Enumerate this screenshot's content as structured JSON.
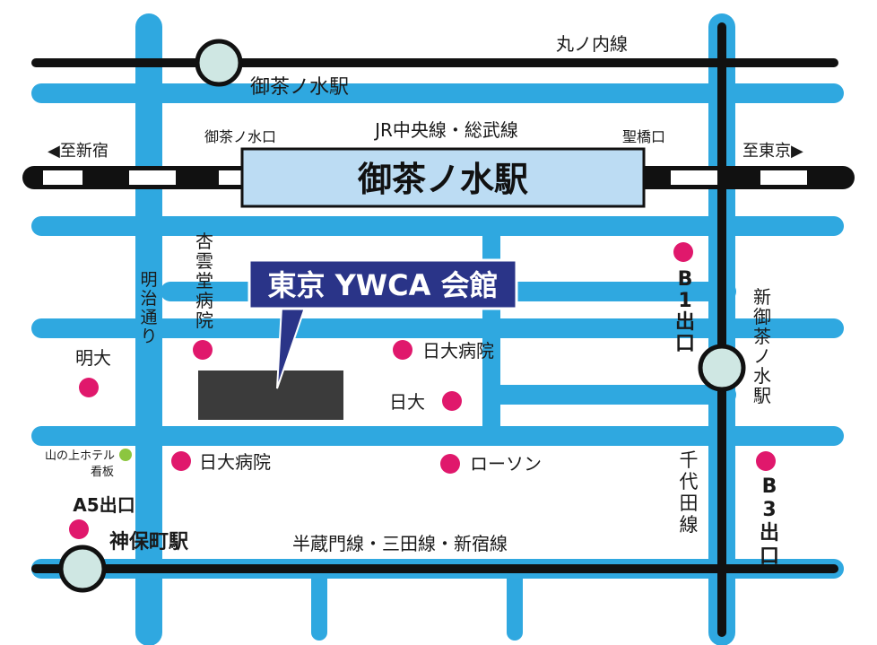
{
  "colors": {
    "road": "#2fa8e0",
    "rail": "#111111",
    "station_fill": "#cfe7e3",
    "jr_box": "#bcdcf3",
    "callout": "#2a3488",
    "poi": "#e0186c",
    "sign": "#8cc63f",
    "building": "#3b3b3b"
  },
  "labels": {
    "marunouchi_line": "丸ノ内線",
    "ochanomizu_station_top": "御茶ノ水駅",
    "ochanomizu_exit": "御茶ノ水口",
    "jr_lines": "JR中央線・総武線",
    "hijiribashi_exit": "聖橋口",
    "to_shinjuku": "◀至新宿",
    "to_tokyo": "至東京▶",
    "jr_station": "御茶ノ水駅",
    "kyounkaku_hospital": "杏雲堂病院",
    "meiji_dori": "明治通り",
    "meidai": "明大",
    "ywca": "東京 YWCA 会館",
    "nichidai_hospital_1": "日大病院",
    "nichidai": "日大",
    "b1_exit": "B1出口",
    "shin_ochanomizu": "新御茶ノ水駅",
    "yamanoue_sign_1": "山の上ホテル",
    "yamanoue_sign_2": "看板",
    "nichidai_hospital_2": "日大病院",
    "lawson": "ローソン",
    "chiyoda_line": "千代田線",
    "b3_exit": "B3出口",
    "a5_exit": "A5出口",
    "jimbocho_station": "神保町駅",
    "lower_lines": "半蔵門線・三田線・新宿線"
  }
}
